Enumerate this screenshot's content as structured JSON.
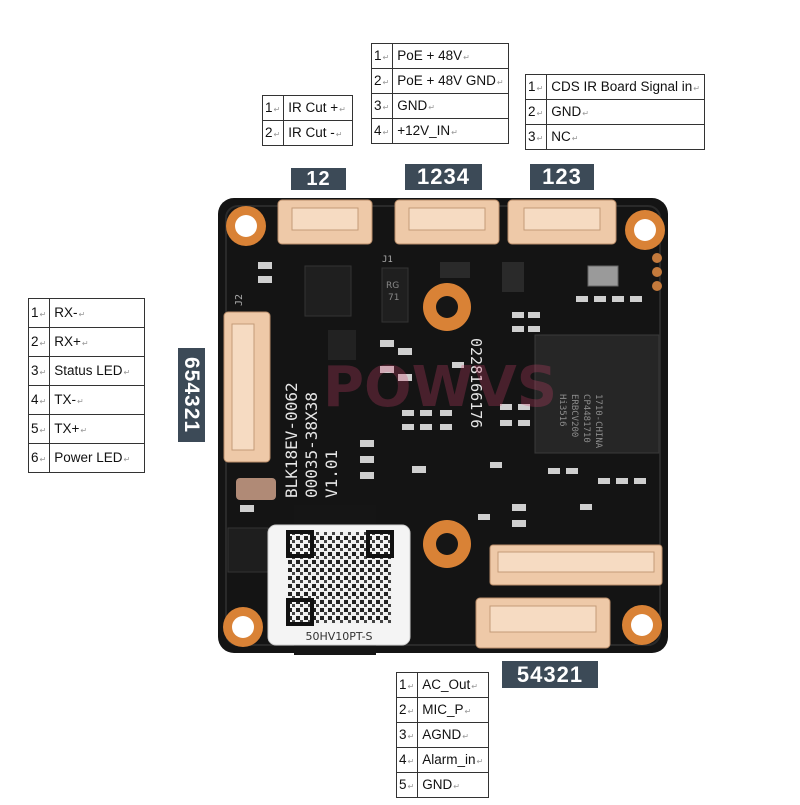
{
  "connectors": {
    "ircut": {
      "tag": "12",
      "pins": [
        {
          "num": "1",
          "name": "IR Cut +"
        },
        {
          "num": "2",
          "name": "IR Cut -"
        }
      ]
    },
    "power": {
      "tag": "1234",
      "pins": [
        {
          "num": "1",
          "name": "PoE + 48V"
        },
        {
          "num": "2",
          "name": "PoE + 48V GND"
        },
        {
          "num": "3",
          "name": "GND"
        },
        {
          "num": "4",
          "name": "+12V_IN"
        }
      ]
    },
    "cds": {
      "tag": "123",
      "pins": [
        {
          "num": "1",
          "name": "CDS IR Board Signal in"
        },
        {
          "num": "2",
          "name": "GND"
        },
        {
          "num": "3",
          "name": "NC"
        }
      ]
    },
    "serial": {
      "tag": "654321",
      "pins": [
        {
          "num": "1",
          "name": "RX-"
        },
        {
          "num": "2",
          "name": "RX+"
        },
        {
          "num": "3",
          "name": "Status LED"
        },
        {
          "num": "4",
          "name": "TX-"
        },
        {
          "num": "5",
          "name": "TX+"
        },
        {
          "num": "6",
          "name": "Power LED"
        }
      ]
    },
    "audio": {
      "tag": "54321",
      "pins": [
        {
          "num": "1",
          "name": "AC_Out"
        },
        {
          "num": "2",
          "name": "MIC_P"
        },
        {
          "num": "3",
          "name": "AGND"
        },
        {
          "num": "4",
          "name": "Alarm_in"
        },
        {
          "num": "5",
          "name": "GND"
        }
      ]
    }
  },
  "board": {
    "silkscreen_line1": "V1.01",
    "silkscreen_line2": "00035-38X38",
    "silkscreen_line3": "BLK18EV-0062",
    "serial_number": "0228166176",
    "chip_line1": "Hi3516",
    "chip_line2": "ERBCV200",
    "chip_line3": "CP4481710",
    "chip_line4": "1710-CHINA",
    "regulator_line1": "RG",
    "regulator_line2": "71",
    "qr_label": "50HV10PT-S",
    "watermark": "POWVS",
    "j1_label": "J1",
    "j2_label": "J2",
    "colors": {
      "pcb": "#141414",
      "pad": "#d98236",
      "connector": "#eec9a8",
      "label_bg": "#3c4a57"
    }
  }
}
